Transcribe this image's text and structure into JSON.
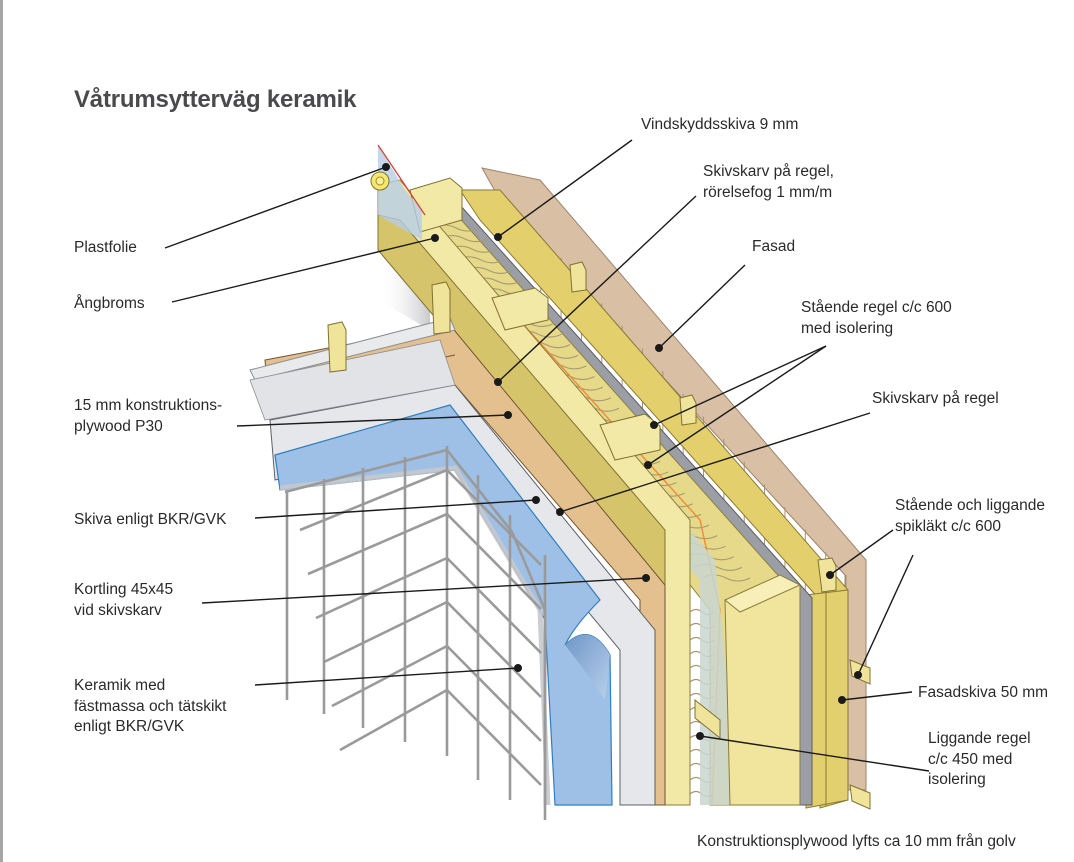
{
  "title": "Våtrumsytterväg keramik",
  "colors": {
    "fasad": "#d9bfa3",
    "fasad_dark": "#c7a98a",
    "insulation": "#e6d98a",
    "wood_light": "#f3e9a6",
    "wood_mid": "#e8d77a",
    "plywood": "#e4c08f",
    "gypsum": "#e6e7ea",
    "tatskikt": "#9fc0e6",
    "tatskikt_edge": "#2f7fbf",
    "tile_grid": "#9a9a9a",
    "membrane_red": "#d8423a",
    "membrane_orange": "#ef8a3a",
    "grey_board": "#8c8e96",
    "leader": "#1a1a1a"
  },
  "labels": {
    "plastfolie": "Plastfolie",
    "angbroms": "Ångbroms",
    "plywood": "15 mm konstruktions-\nplywood P30",
    "skiva_bkr": "Skiva enligt BKR/GVK",
    "kortling": "Kortling 45x45\nvid skivskarv",
    "keramik": "Keramik med\nfästmassa och tätskikt\nenligt BKR/GVK",
    "vindskydd": "Vindskyddsskiva 9 mm",
    "skivskarv_fog": "Skivskarv på regel,\nrörelsefog 1 mm/m",
    "fasad": "Fasad",
    "staende_regel": "Stående regel c/c 600\nmed isolering",
    "skivskarv": "Skivskarv på regel",
    "spiklakt": "Stående och liggande\nspikläkt c/c 600",
    "fasadskiva": "Fasadskiva 50 mm",
    "liggande_regel": "Liggande regel\nc/c 450 med\nisolering",
    "golv_note": "Konstruktionsplywood lyfts ca 10 mm från golv"
  }
}
